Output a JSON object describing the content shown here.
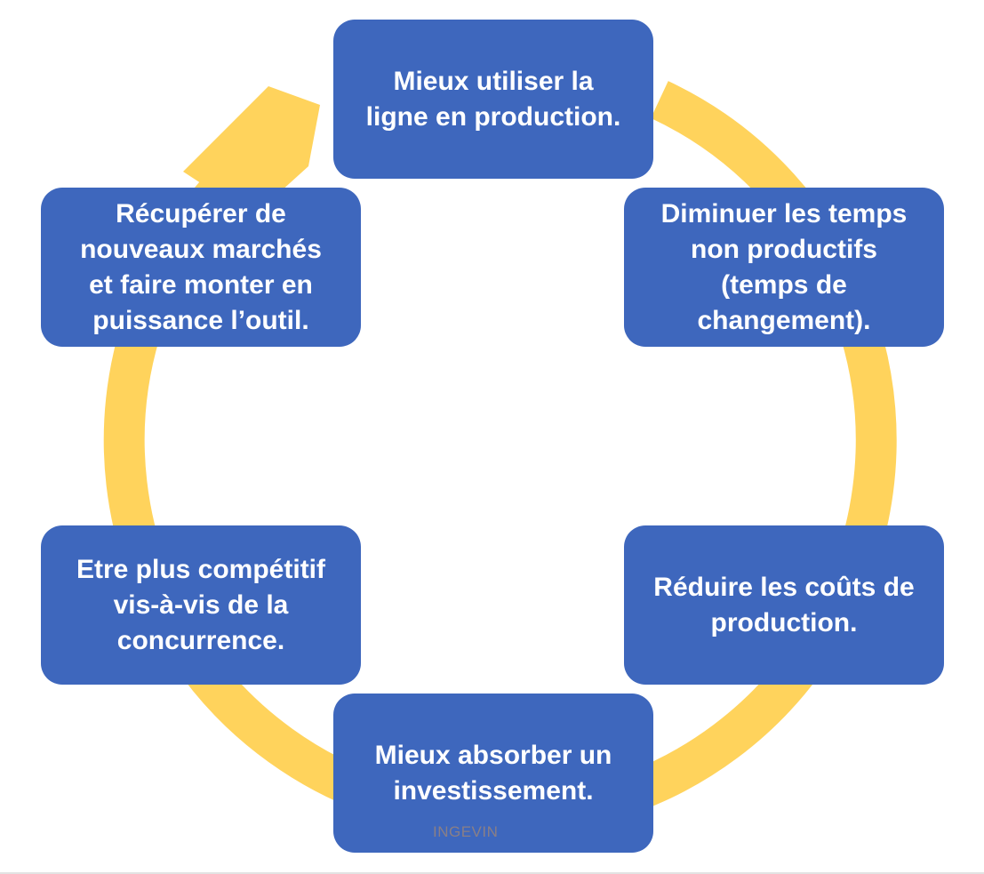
{
  "diagram": {
    "colors": {
      "ring": "#FFD35C",
      "box_fill": "#3E67BD",
      "box_text": "#FFFFFF",
      "watermark_text": "#8A7F86"
    },
    "steps": [
      {
        "id": "top",
        "text": "Mieux utiliser la\nligne en production."
      },
      {
        "id": "top-right",
        "text": "Diminuer les temps\nnon productifs\n(temps de\nchangement)."
      },
      {
        "id": "bottom-right",
        "text": "Réduire les coûts de\nproduction."
      },
      {
        "id": "bottom",
        "text": "Mieux absorber un\ninvestissement."
      },
      {
        "id": "bottom-left",
        "text": "Etre plus compétitif\nvis-à-vis de la\nconcurrence."
      },
      {
        "id": "top-left",
        "text": "Récupérer de\nnouveaux marchés\net faire monter en\npuissance l’outil."
      }
    ],
    "cycle_direction": "clockwise",
    "arrowhead": "cycle-arrowhead",
    "watermark": "INGEVIN"
  }
}
